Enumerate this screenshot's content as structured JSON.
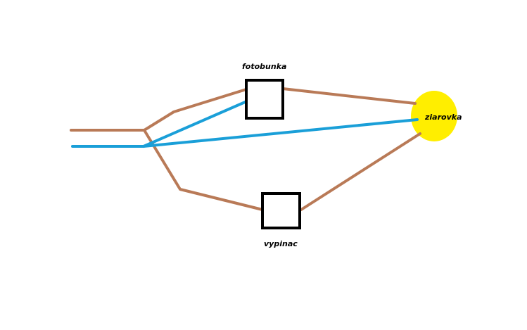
{
  "colors": {
    "background": "#ffffff",
    "wire_brown": "#b97a57",
    "wire_blue": "#1a9fd8",
    "bulb_yellow": "#ffee00",
    "box_outline": "#000000"
  },
  "labels": {
    "photocell": "fotobunka",
    "bulb": "ziarovka",
    "switch": "vypinac"
  }
}
